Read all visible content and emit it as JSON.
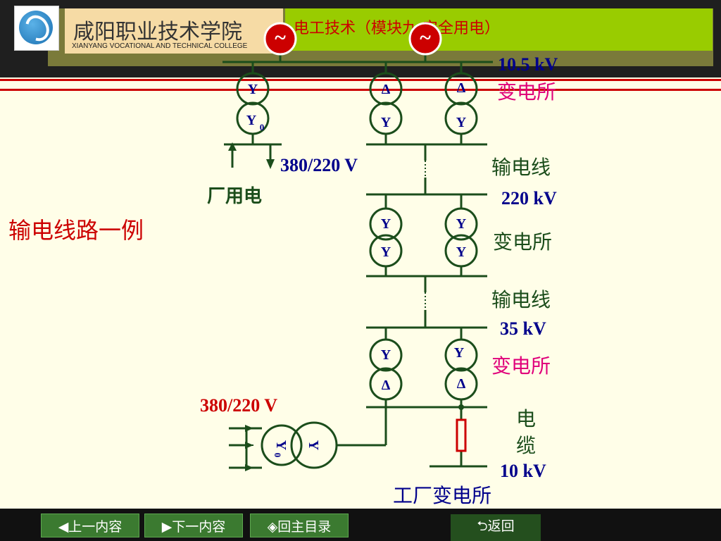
{
  "header": {
    "school_name": "咸阳职业技术学院",
    "school_name_en": "XIANYANG VOCATIONAL AND TECHNICAL COLLEGE",
    "course_title": "电工技术（模块九 安全用电）"
  },
  "slide": {
    "caption": "输电线路一例"
  },
  "diagram": {
    "generator_symbol": "~",
    "labels": {
      "kv_10_5": "10.5 kV",
      "substation_top": "变电所",
      "v380_top": "380/220 V",
      "plant_power": "厂用电",
      "line1": "输电线",
      "kv_220": "220 kV",
      "substation_mid": "变电所",
      "line2": "输电线",
      "kv_35": "35 kV",
      "substation_low": "变电所",
      "v380_bottom": "380/220 V",
      "cable_1": "电",
      "cable_2": "缆",
      "kv_10": "10 kV",
      "factory_substation": "工厂变电所"
    },
    "winding": {
      "y": "Y",
      "y0": "Y",
      "y0_sub": "0",
      "delta": "Δ"
    }
  },
  "nav": {
    "prev": "◀上一内容",
    "next": "▶下一内容",
    "home": "◈回主目录",
    "back": "⮌返回"
  },
  "colors": {
    "accent_red": "#cc0000",
    "line_green": "#1b4d1b",
    "label_navy": "#00008b",
    "nav_green": "#3b7a30",
    "background": "#fffee8"
  }
}
